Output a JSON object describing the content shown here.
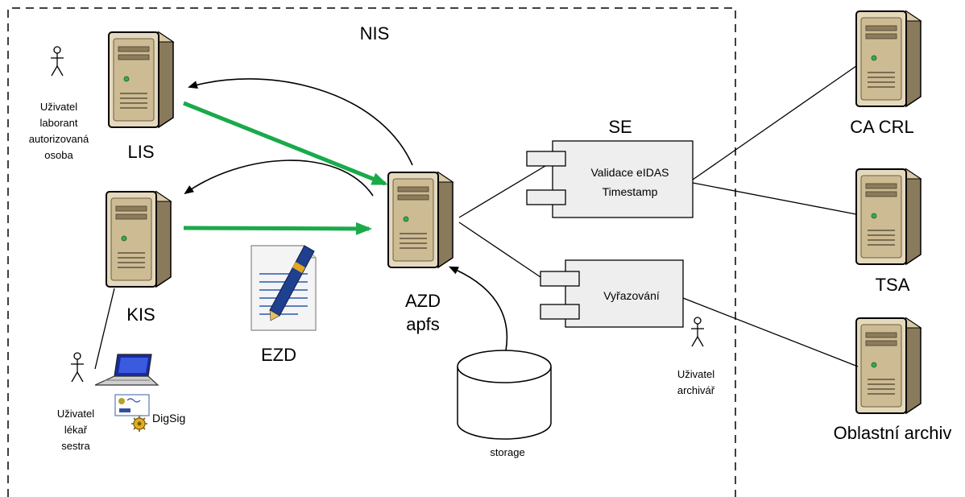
{
  "nis": {
    "label": "NIS"
  },
  "lis": {
    "label": "LIS"
  },
  "kis": {
    "label": "KIS"
  },
  "azd": {
    "line1": "AZD",
    "line2": "apfs"
  },
  "ezd": {
    "label": "EZD"
  },
  "storage": {
    "label": "storage"
  },
  "se": {
    "label": "SE",
    "component_line1": "Validace eIDAS",
    "component_line2": "Timestamp"
  },
  "vyrazovani": {
    "label": "Vyřazování"
  },
  "ca": {
    "label": "CA CRL"
  },
  "tsa": {
    "label": "TSA"
  },
  "archive": {
    "label": "Oblastní archiv"
  },
  "user_laborant": {
    "line1": "Uživatel",
    "line2": "laborant",
    "line3": "autorizovaná",
    "line4": "osoba"
  },
  "user_lekar": {
    "line1": "Uživatel",
    "line2": "lékař",
    "line3": "sestra"
  },
  "user_archivar": {
    "line1": "Uživatel",
    "line2": "archivář"
  },
  "digsig": {
    "label": "DigSig"
  },
  "colors": {
    "green_arrow": "#1aaa4a",
    "server_body": "#c8b48a",
    "server_front": "#e8dcc2",
    "component_fill": "#eeeeee"
  }
}
